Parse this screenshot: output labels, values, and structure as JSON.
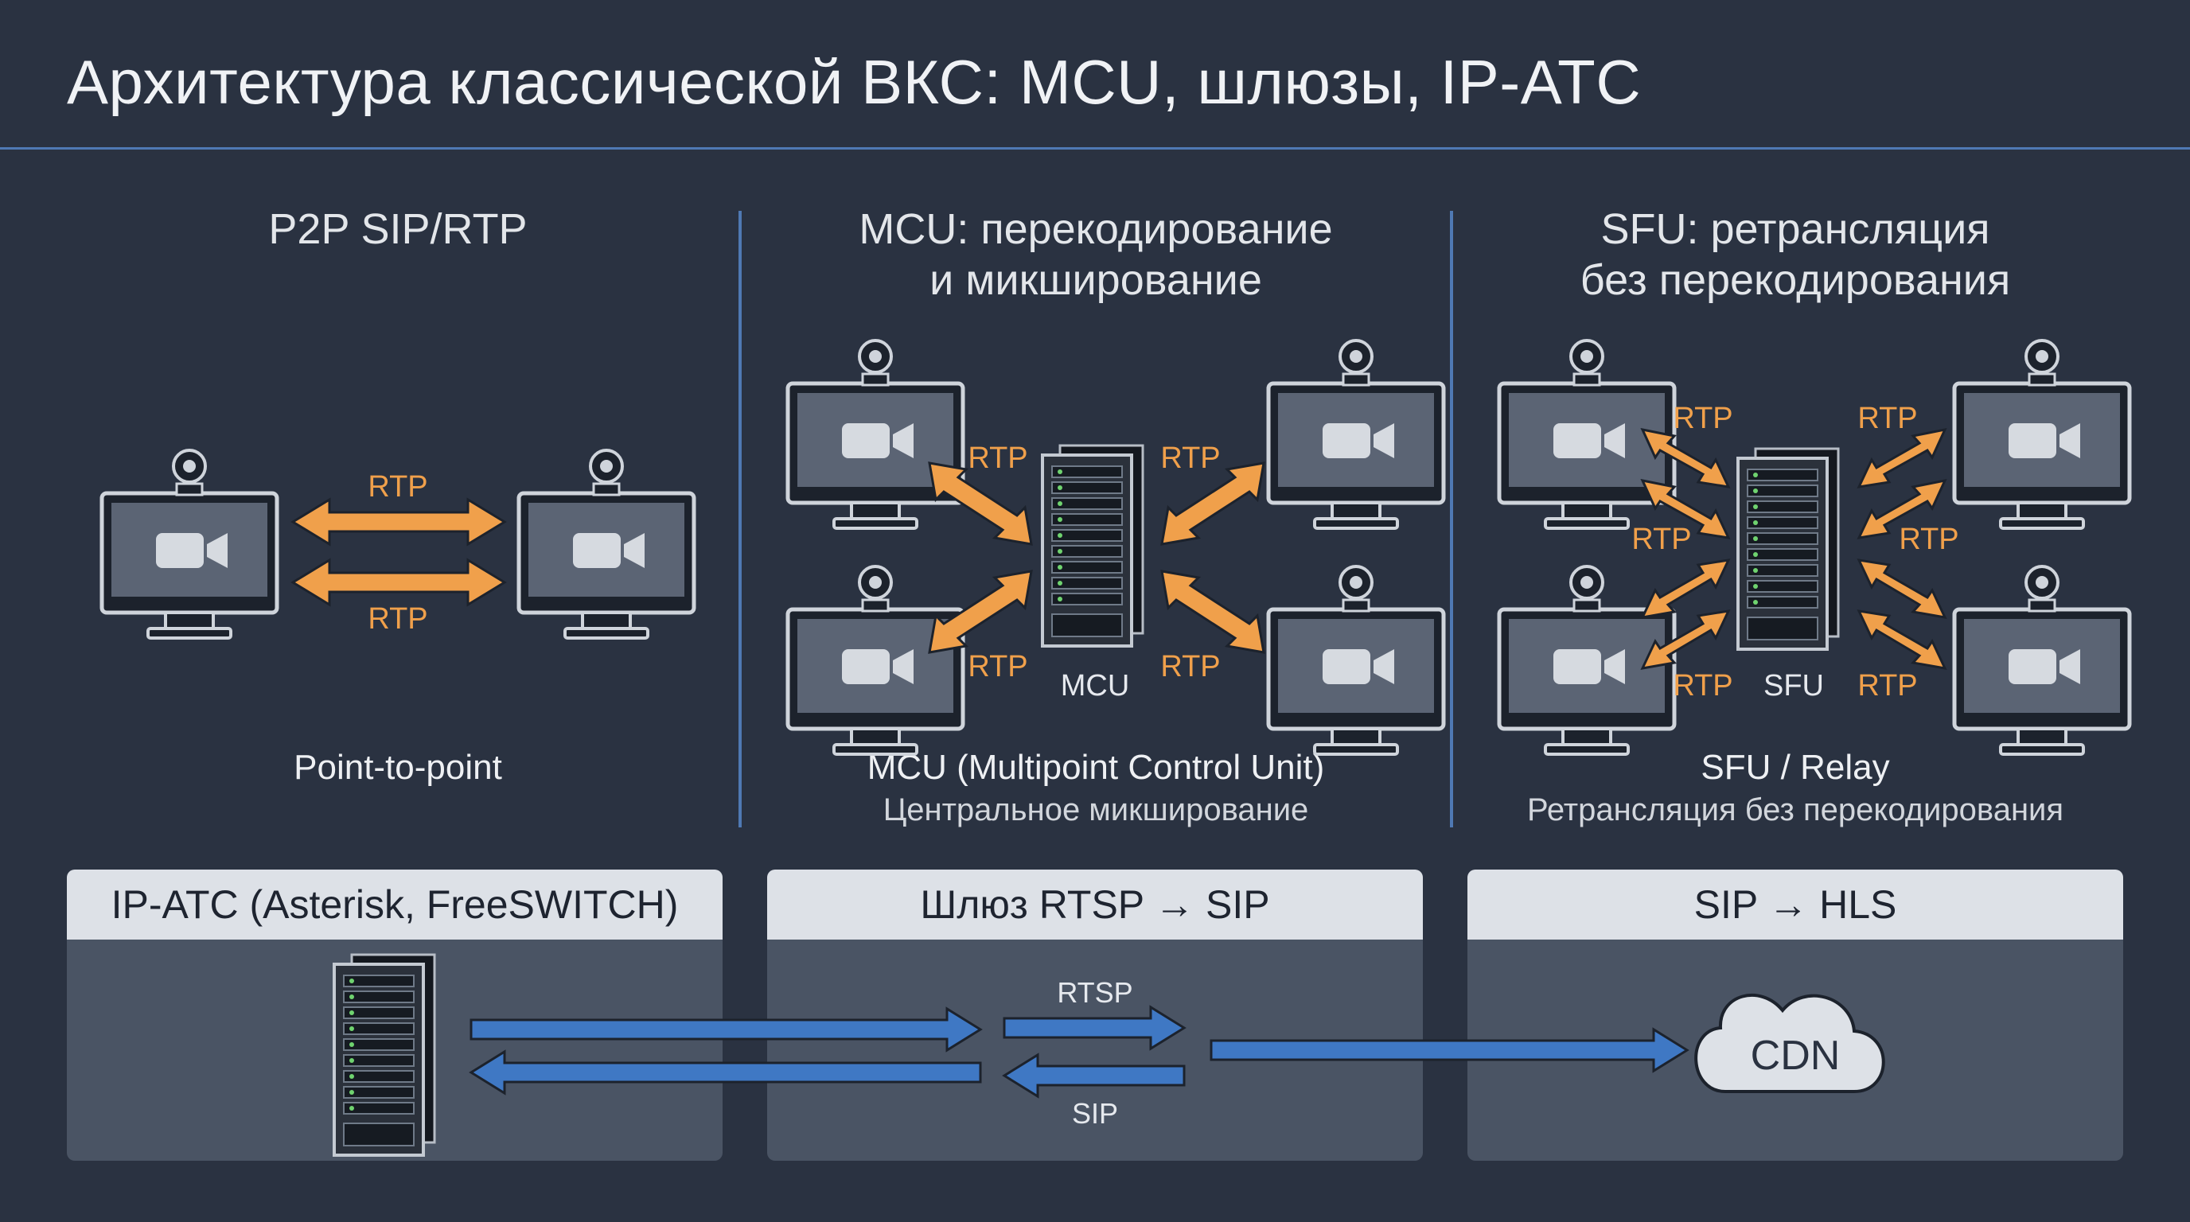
{
  "title": "Архитектура классической ВКС: MCU, шлюзы, IP-АТС",
  "columns": [
    {
      "title_lines": [
        "P2P SIP/RTP"
      ],
      "caption": "Point-to-point",
      "subcaption": "",
      "arrow_labels": [
        "RTP",
        "RTP"
      ]
    },
    {
      "title_lines": [
        "MCU: перекодирование",
        "и микширование"
      ],
      "caption": "MCU (Multipoint Control Unit)",
      "subcaption": "Центральное микширование",
      "server_label": "MCU",
      "arrow_labels": [
        "RTP",
        "RTP",
        "RTP",
        "RTP"
      ]
    },
    {
      "title_lines": [
        "SFU: ретрансляция",
        "без перекодирования"
      ],
      "caption": "SFU / Relay",
      "subcaption": "Ретрансляция без перекодирования",
      "server_label": "SFU",
      "arrow_labels": [
        "RTP",
        "RTP",
        "RTP",
        "RTP",
        "RTP",
        "RTP"
      ]
    }
  ],
  "panels": [
    {
      "title": "IP-АТС (Asterisk, FreeSWITCH)"
    },
    {
      "title": "Шлюз RTSP → SIP",
      "arrow_labels": [
        "RTSP",
        "SIP"
      ]
    },
    {
      "title": "SIP → HLS",
      "cloud_label": "CDN"
    }
  ],
  "colors": {
    "background": "#2a3241",
    "accent_blue": "#4f79b3",
    "arrow_orange": "#f0a04b",
    "arrow_blue": "#3f78c4",
    "panel_body": "#4a5464",
    "panel_head": "#dde1e7"
  },
  "icons": [
    "monitor-webcam-icon",
    "video-camera-icon",
    "server-rack-icon",
    "cloud-icon",
    "double-arrow-icon"
  ]
}
